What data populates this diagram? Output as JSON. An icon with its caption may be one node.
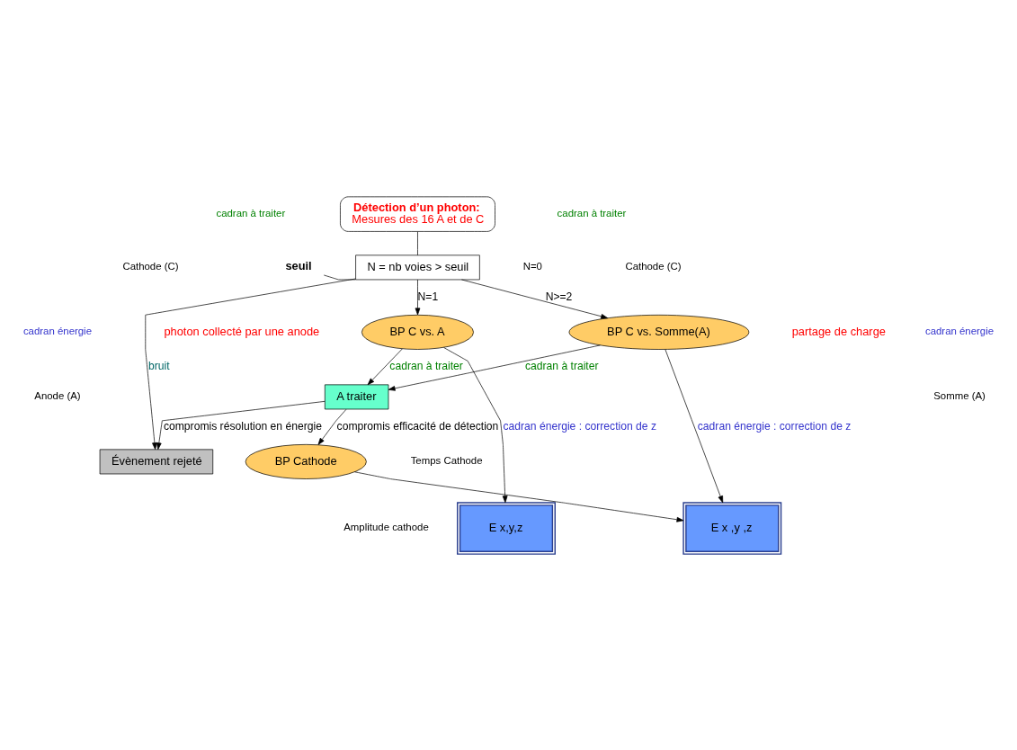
{
  "diagram": {
    "nodes": [
      {
        "text": [
          "Détection d’un photon:",
          "Mesures des 16 A et de C"
        ]
      },
      {
        "text": [
          "N = nb voies > seuil"
        ]
      },
      {
        "text": [
          "seuil"
        ]
      },
      {
        "text": [
          "BP C vs. A"
        ],
        "beside": [
          "photon collecté par une anode"
        ]
      },
      {
        "text": [
          "BP C vs. Somme(A)"
        ],
        "beside": [
          "partage de charge"
        ]
      },
      {
        "text": [
          "A traiter"
        ]
      },
      {
        "text": [
          "E x,y,z"
        ]
      },
      {
        "text": [
          "E x ,y ,z"
        ]
      },
      {
        "text": [
          "Évènement rejeté"
        ]
      },
      {
        "text": [
          "BP Cathode"
        ]
      }
    ],
    "edges": [
      {
        "from": 0,
        "to": 1,
        "arrow": "none"
      },
      {
        "from": 2,
        "to": 1,
        "arrow": "none"
      },
      {
        "from": 1,
        "to": 3,
        "arrow": "to",
        "label": "N=1"
      },
      {
        "from": 1,
        "to": 8,
        "arrow": "to",
        "label": "bruit"
      },
      {
        "from": 1,
        "to": 4,
        "arrow": "to",
        "label": "N>=2"
      },
      {
        "from": 3,
        "to": 6,
        "arrow": "to",
        "label": "cadran énergie : correction de z"
      },
      {
        "from": 3,
        "to": 5,
        "arrow": "to",
        "label": "cadran à traiter"
      },
      {
        "from": 4,
        "to": 5,
        "arrow": "to",
        "label": "cadran à traiter"
      },
      {
        "from": 4,
        "to": 7,
        "arrow": "to",
        "label": "cadran énergie : correction de z"
      },
      {
        "from": 5,
        "to": 8,
        "arrow": "to",
        "label": "compromis résolution en énergie"
      },
      {
        "from": 5,
        "to": 9,
        "arrow": "to",
        "label": "compromis efficacité de détection"
      },
      {
        "from": 9,
        "to": 7,
        "arrow": "to"
      }
    ],
    "labels": [
      "cadran à traiter",
      "cadran à traiter",
      "Cathode (C)",
      "cadran énergie",
      "Cathode (C)",
      "cadran énergie",
      "Anode (A)",
      "Somme (A)",
      "N=0",
      "Temps Cathode",
      "Amplitude cathode"
    ]
  }
}
